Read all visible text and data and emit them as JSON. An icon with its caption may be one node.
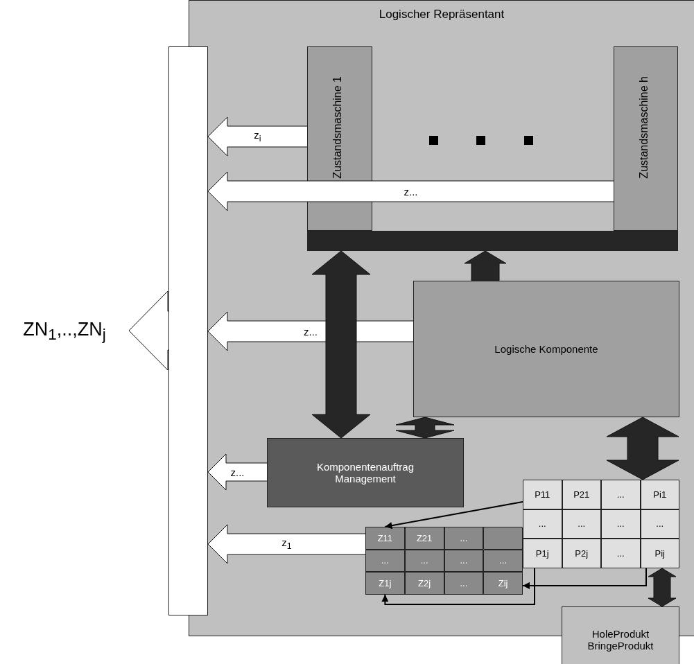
{
  "diagram": {
    "nodes": [
      {
        "text": [
          "Logischer Repräsentant"
        ]
      },
      {
        "text": [],
        "shape": "bar"
      },
      {
        "text": [
          "ZN$_{1}$,..,ZN$_{j}$"
        ]
      },
      {
        "text": [
          "Zustandsmaschine 1"
        ],
        "in": 0
      },
      {
        "text": [
          "Zustandsmaschine h"
        ],
        "in": 0
      },
      {
        "text": [],
        "shape": "bar",
        "in": 0
      },
      {
        "text": [
          "Logische Komponente"
        ],
        "in": 0
      },
      {
        "text": [
          "Komponentenauftrag Management"
        ],
        "in": 0
      },
      {
        "text": [],
        "shape": "box",
        "in": 0
      },
      {
        "text": [
          "Z11"
        ],
        "in": 8
      },
      {
        "text": [
          "Z21"
        ],
        "in": 8
      },
      {
        "text": [
          "..."
        ],
        "in": 8
      },
      {
        "text": [],
        "shape": "box",
        "in": 8
      },
      {
        "text": [
          "..."
        ],
        "in": 8
      },
      {
        "text": [
          "..."
        ],
        "in": 8
      },
      {
        "text": [
          "..."
        ],
        "in": 8
      },
      {
        "text": [
          "..."
        ],
        "in": 8
      },
      {
        "text": [
          "Z1j"
        ],
        "in": 8
      },
      {
        "text": [
          "Z2j"
        ],
        "in": 8
      },
      {
        "text": [
          "..."
        ],
        "in": 8
      },
      {
        "text": [
          "Zij"
        ],
        "in": 8
      },
      {
        "text": [],
        "shape": "box",
        "in": 0
      },
      {
        "text": [
          "P11"
        ],
        "in": 21
      },
      {
        "text": [
          "P21"
        ],
        "in": 21
      },
      {
        "text": [
          "..."
        ],
        "in": 21
      },
      {
        "text": [
          "Pi1"
        ],
        "in": 21
      },
      {
        "text": [
          "..."
        ],
        "in": 21
      },
      {
        "text": [
          "..."
        ],
        "in": 21
      },
      {
        "text": [
          "..."
        ],
        "in": 21
      },
      {
        "text": [
          "..."
        ],
        "in": 21
      },
      {
        "text": [
          "P1j"
        ],
        "in": 21
      },
      {
        "text": [
          "P2j"
        ],
        "in": 21
      },
      {
        "text": [
          "..."
        ],
        "in": 21
      },
      {
        "text": [
          "Pij"
        ],
        "in": 21
      },
      {
        "text": [
          "HoleProdukt BringeProdukt"
        ]
      }
    ],
    "edges": [
      {
        "from": 3,
        "to": 1,
        "arrow": "to",
        "label": "z$_{i}$",
        "style": "thick"
      },
      {
        "from": 4,
        "to": 1,
        "arrow": "to",
        "label": "z...",
        "style": "thick"
      },
      {
        "from": 6,
        "to": 1,
        "arrow": "to",
        "label": "z...",
        "style": "thick"
      },
      {
        "from": 7,
        "to": 1,
        "arrow": "to",
        "label": "z...",
        "style": "thick"
      },
      {
        "from": 8,
        "to": 1,
        "arrow": "to",
        "label": "z$_{1}$",
        "style": "thick"
      },
      {
        "from": 1,
        "to": 2,
        "arrow": "to",
        "style": "thick"
      },
      {
        "from": 5,
        "to": 7,
        "arrow": "both",
        "style": "thick",
        "color": "#262626"
      },
      {
        "from": 6,
        "to": 5,
        "arrow": "to",
        "style": "thick",
        "color": "#262626"
      },
      {
        "from": 6,
        "to": 7,
        "arrow": "both",
        "style": "thick",
        "color": "#262626"
      },
      {
        "from": 6,
        "to": 21,
        "arrow": "both",
        "style": "thick",
        "color": "#262626"
      },
      {
        "from": 33,
        "to": 34,
        "arrow": "both",
        "style": "thick",
        "color": "#262626"
      },
      {
        "from": 22,
        "to": 9,
        "arrow": "to"
      },
      {
        "from": 30,
        "to": 17,
        "arrow": "to"
      },
      {
        "from": 33,
        "to": 20,
        "arrow": "to"
      }
    ]
  }
}
